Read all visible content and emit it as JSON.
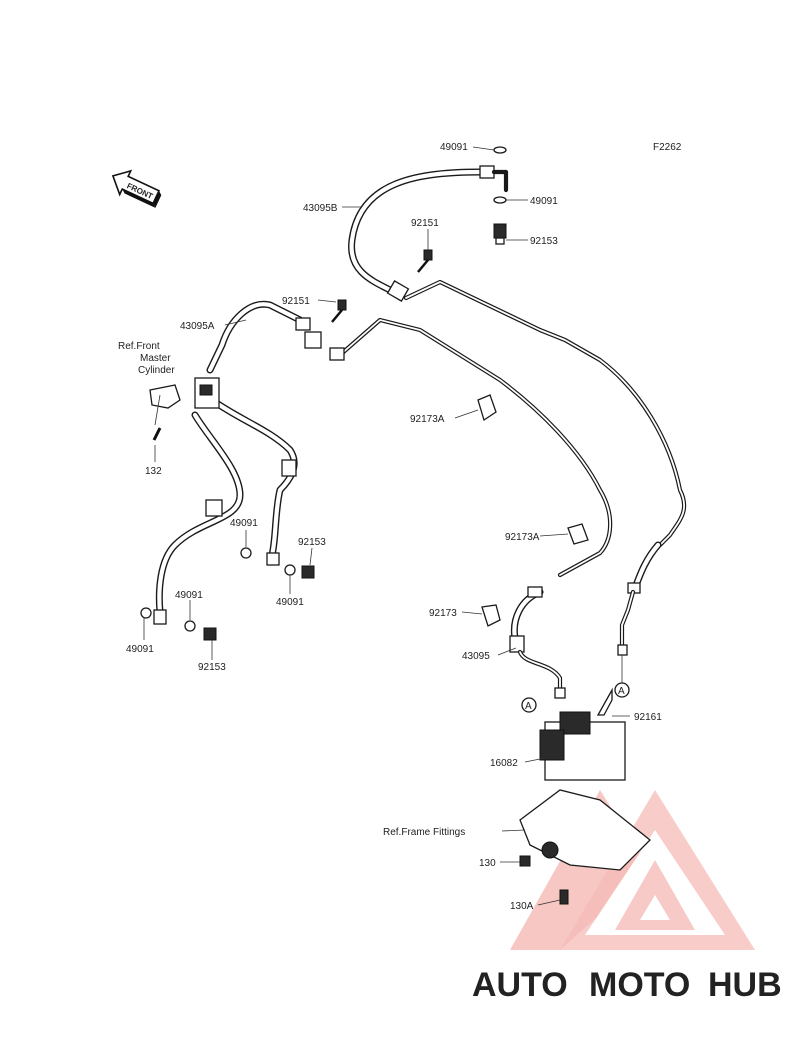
{
  "figure_id": "F2262",
  "front_arrow_text": "FRONT",
  "watermark": {
    "part1": "AUTO",
    "part2": "MOTO",
    "part3": "HUB",
    "color_orange": "#f5a04a",
    "color_red": "#e8423a",
    "color_gray": "#6b6b6b"
  },
  "labels": {
    "l_49091_top": "49091",
    "l_49091_top_r": "49091",
    "l_92153_top": "92153",
    "l_43095B": "43095B",
    "l_92151_top": "92151",
    "l_92151_mid": "92151",
    "l_43095A": "43095A",
    "ref_front_1": "Ref.Front",
    "ref_front_2": "Master",
    "ref_front_3": "Cylinder",
    "l_132": "132",
    "l_92173A_1": "92173A",
    "l_92173A_2": "92173A",
    "l_92173": "92173",
    "l_43095": "43095",
    "l_49091_mid": "49091",
    "l_92153_mid": "92153",
    "l_49091_mid2": "49091",
    "l_49091_left": "49091",
    "l_49091_left2": "49091",
    "l_92153_left": "92153",
    "l_92161": "92161",
    "l_16082": "16082",
    "ref_frame": "Ref.Frame Fittings",
    "l_130": "130",
    "l_130A": "130A",
    "circle_A_left": "A",
    "circle_A_right": "A"
  }
}
